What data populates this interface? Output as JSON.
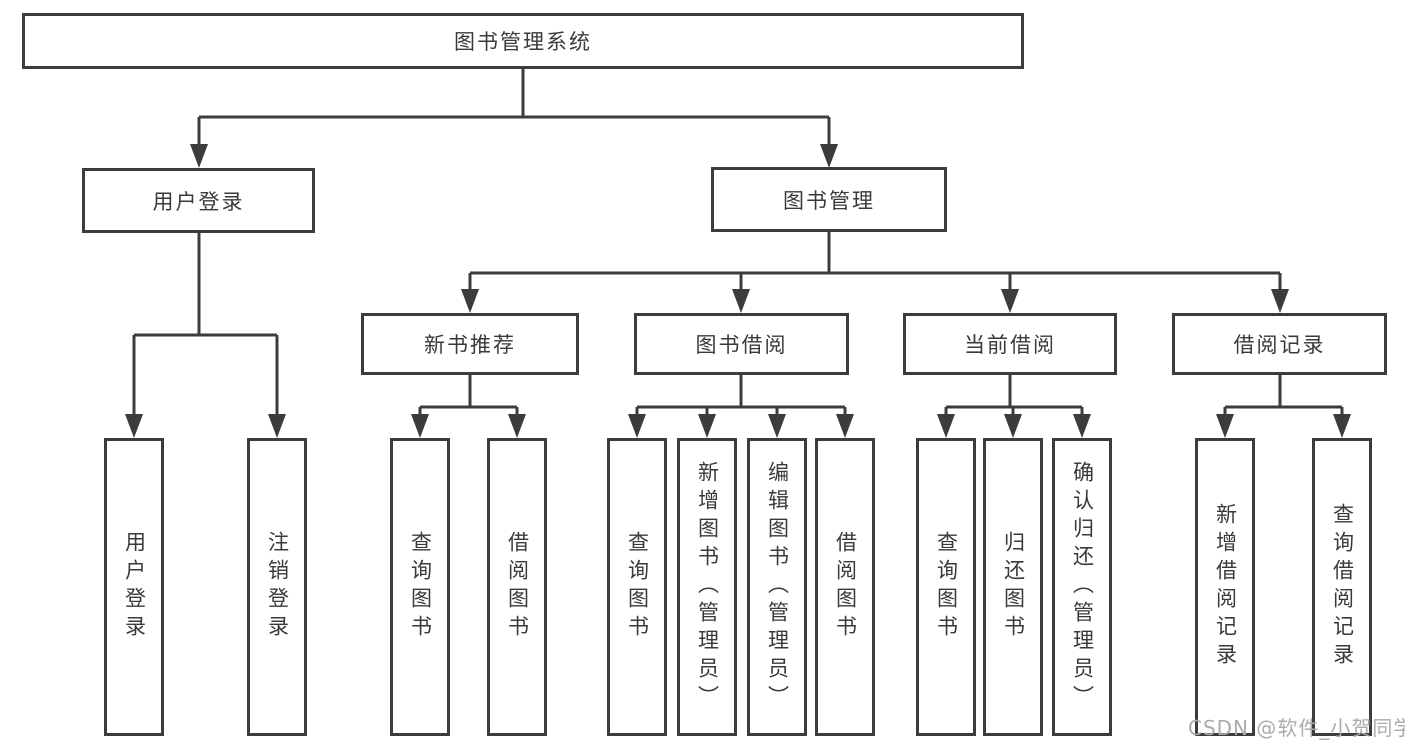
{
  "tree": {
    "root": {
      "label": "图书管理系统"
    },
    "children": [
      {
        "label": "用户登录",
        "children": [
          {
            "label": "用户登录"
          },
          {
            "label": "注销登录"
          }
        ]
      },
      {
        "label": "图书管理",
        "children": [
          {
            "label": "新书推荐",
            "children": [
              {
                "label": "查询图书"
              },
              {
                "label": "借阅图书"
              }
            ]
          },
          {
            "label": "图书借阅",
            "children": [
              {
                "label": "查询图书"
              },
              {
                "label": "新增图书（管理员）"
              },
              {
                "label": "编辑图书（管理员）"
              },
              {
                "label": "借阅图书"
              }
            ]
          },
          {
            "label": "当前借阅",
            "children": [
              {
                "label": "查询图书"
              },
              {
                "label": "归还图书"
              },
              {
                "label": "确认归还（管理员）"
              }
            ]
          },
          {
            "label": "借阅记录",
            "children": [
              {
                "label": "新增借阅记录"
              },
              {
                "label": "查询借阅记录"
              }
            ]
          }
        ]
      }
    ]
  },
  "watermark": {
    "text": "CSDN @软件_小贺同学"
  },
  "colors": {
    "line": "#3c3c3c",
    "text": "#3a3a3a",
    "box_background": "#ffffff",
    "watermark": "#ababab"
  }
}
